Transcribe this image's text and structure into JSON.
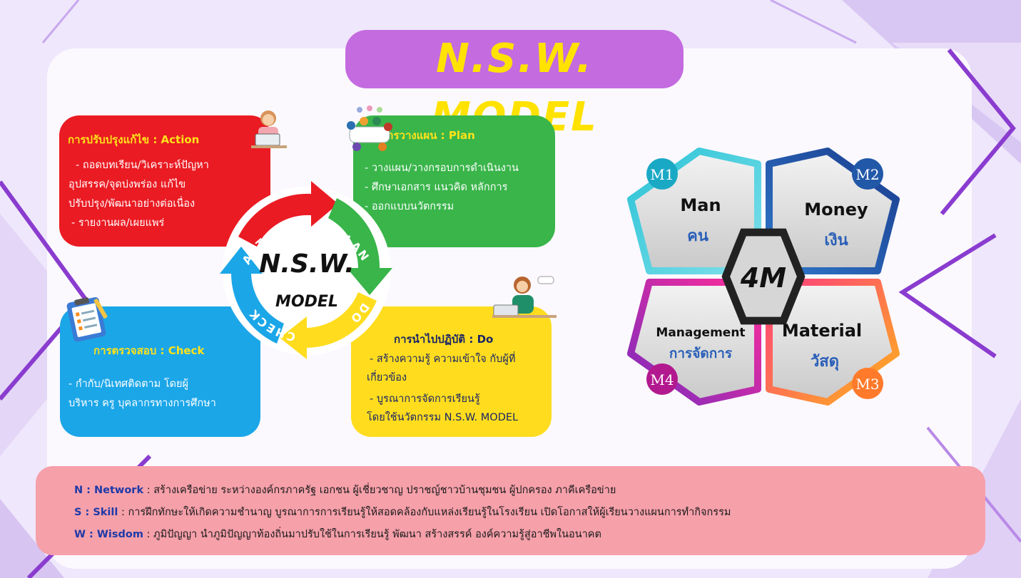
{
  "title": "N.S.W.  MODEL",
  "colors": {
    "action": "#ea1b23",
    "plan": "#39b54a",
    "do": "#ffdd1e",
    "check": "#1ba6e8",
    "title_pill": "#c46be0",
    "title_text": "#ffe200",
    "bottom_box": "#f6a0aa"
  },
  "cycle": {
    "center_line1": "N.S.W.",
    "center_line2": "MODEL",
    "labels": {
      "action": "ACTION",
      "plan": "PLAN",
      "do": "DO",
      "check": "CHECK"
    }
  },
  "panels": {
    "action": {
      "title": "การปรับปรุงแก้ไข : Action",
      "items": [
        "- ถอดบทเรียน/วิเคราะห์ปัญหา",
        "อุปสรรค/จุดบ่งพร่อง แก้ไข",
        "ปรับปรุง/พัฒนาอย่างต่อเนื่อง",
        " - รายงานผล/เผยแพร่"
      ]
    },
    "plan": {
      "title": "การวางแผน : Plan",
      "items": [
        "- วางแผน/วางกรอบการดำเนินงาน",
        "- ศึกษาเอกสาร แนวคิด หลักการ",
        "- ออกแบบนวัตกรรม"
      ]
    },
    "check": {
      "title": "การตรวจสอบ : Check",
      "items": [
        "- กำกับ/นิเทศติดตาม โดยผู้",
        "บริหาร ครู บุคลากรทางการศึกษา"
      ]
    },
    "do": {
      "title": "การนำไปปฏิบัติ : Do",
      "items": [
        "- สร้างความรู้ ความเข้าใจ กับผู้ที่",
        "เกี่ยวข้อง",
        "- บูรณาการจัดการเรียนรู้",
        "โดยใช้นวัตกรรม N.S.W. MODEL"
      ]
    }
  },
  "four_m": {
    "center": "4M",
    "items": [
      {
        "badge": "M1",
        "en": "Man",
        "th": "คน"
      },
      {
        "badge": "M2",
        "en": "Money",
        "th": "เงิน"
      },
      {
        "badge": "M3",
        "en": "Material",
        "th": "วัสดุ"
      },
      {
        "badge": "M4",
        "en": "Management",
        "th": "การจัดการ"
      }
    ]
  },
  "definitions": [
    {
      "key": "N : Network",
      "text": " : สร้างเครือข่าย ระหว่างองค์กรภาครัฐ เอกชน ผู้เชี่ยวชาญ ปราชญ์ชาวบ้านชุมชน ผู้ปกครอง ภาคีเครือข่าย"
    },
    {
      "key": "S : Skill",
      "text": " : การฝึกทักษะให้เกิดความชำนาญ บูรณาการการเรียนรู้ให้สอดคล้องกับแหล่งเรียนรู้ในโรงเรียน เปิดโอกาสให้ผู้เรียนวางแผนการทำกิจกรรม"
    },
    {
      "key": "W : Wisdom",
      "text": " : ภูมิปัญญา นำภูมิปัญญาท้องถิ่นมาปรับใช้ในการเรียนรู้ พัฒนา สร้างสรรค์ องค์ความรู้สู่อาชีพในอนาคต"
    }
  ]
}
